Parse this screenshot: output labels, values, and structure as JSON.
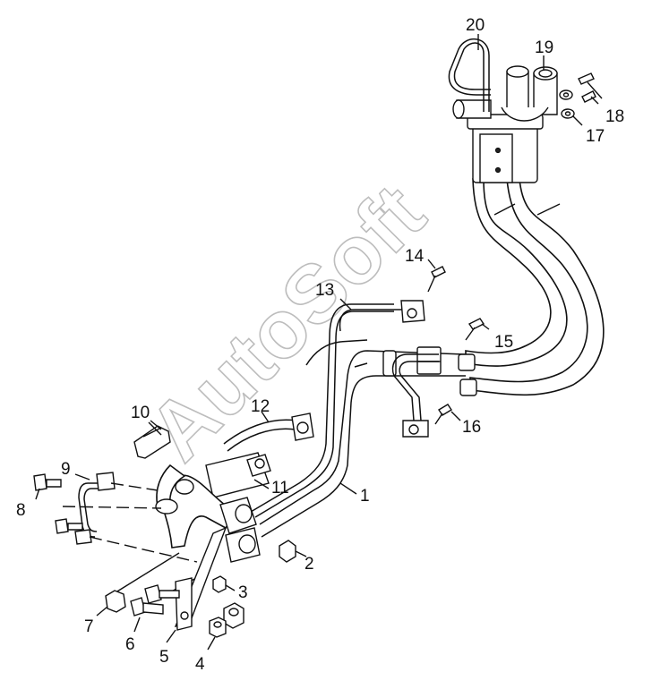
{
  "watermark": "AutoSoft",
  "labels": {
    "l1": "1",
    "l2": "2",
    "l3": "3",
    "l4": "4",
    "l5": "5",
    "l6": "6",
    "l7": "7",
    "l8": "8",
    "l9": "9",
    "l10": "10",
    "l11": "11",
    "l12": "12",
    "l13": "13",
    "l14": "14",
    "l15": "15",
    "l16": "16",
    "l17": "17",
    "l18": "18",
    "l19": "19",
    "l20": "20"
  }
}
